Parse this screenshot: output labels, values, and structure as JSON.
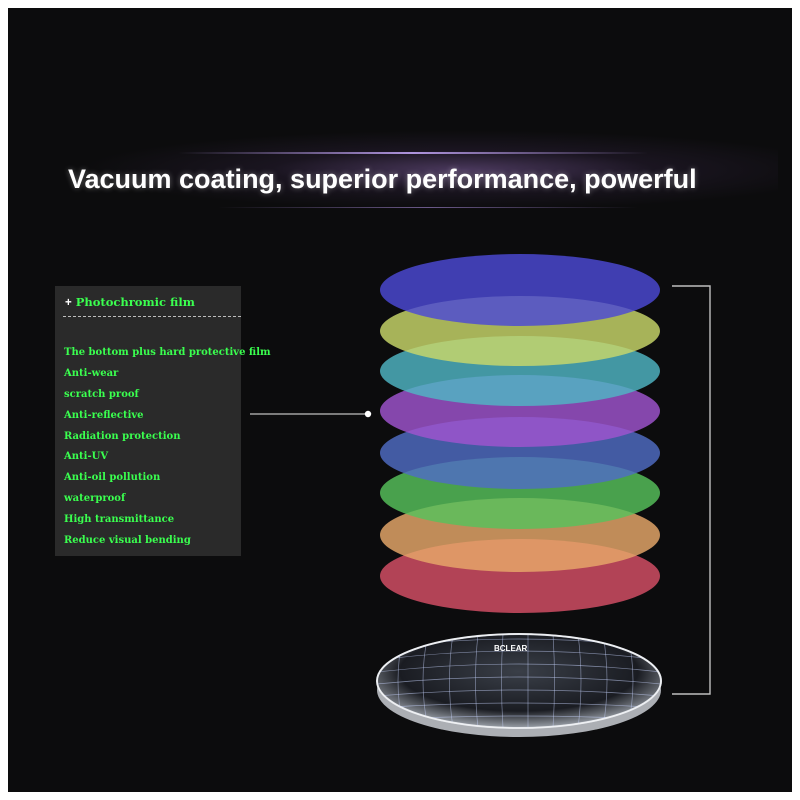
{
  "headline": "Vacuum coating, superior performance, powerful",
  "panel": {
    "title_prefix": "+",
    "title": "Photochromic film",
    "features": [
      "The bottom plus hard protective film",
      "Anti-wear",
      "scratch proof",
      "Anti-reflective",
      "Radiation protection",
      "Anti-UV",
      "Anti-oil pollution",
      "waterproof",
      "High transmittance",
      "Reduce visual bending"
    ]
  },
  "lens": {
    "brand_label": "BCLEAR"
  },
  "layers": [
    {
      "name": "layer-1",
      "color": "#4c49d6"
    },
    {
      "name": "layer-2",
      "color": "#c9d86a"
    },
    {
      "name": "layer-3",
      "color": "#4fb6c4"
    },
    {
      "name": "layer-4",
      "color": "#a054d0"
    },
    {
      "name": "layer-5",
      "color": "#4f6cc4"
    },
    {
      "name": "layer-6",
      "color": "#57c25b"
    },
    {
      "name": "layer-7",
      "color": "#e8a86a"
    },
    {
      "name": "layer-8",
      "color": "#d74f67"
    }
  ],
  "colors": {
    "background": "#0c0c0d",
    "panel_bg": "#2a2a2a",
    "panel_text": "#3aff4f",
    "connector": "#bfbfbf"
  }
}
